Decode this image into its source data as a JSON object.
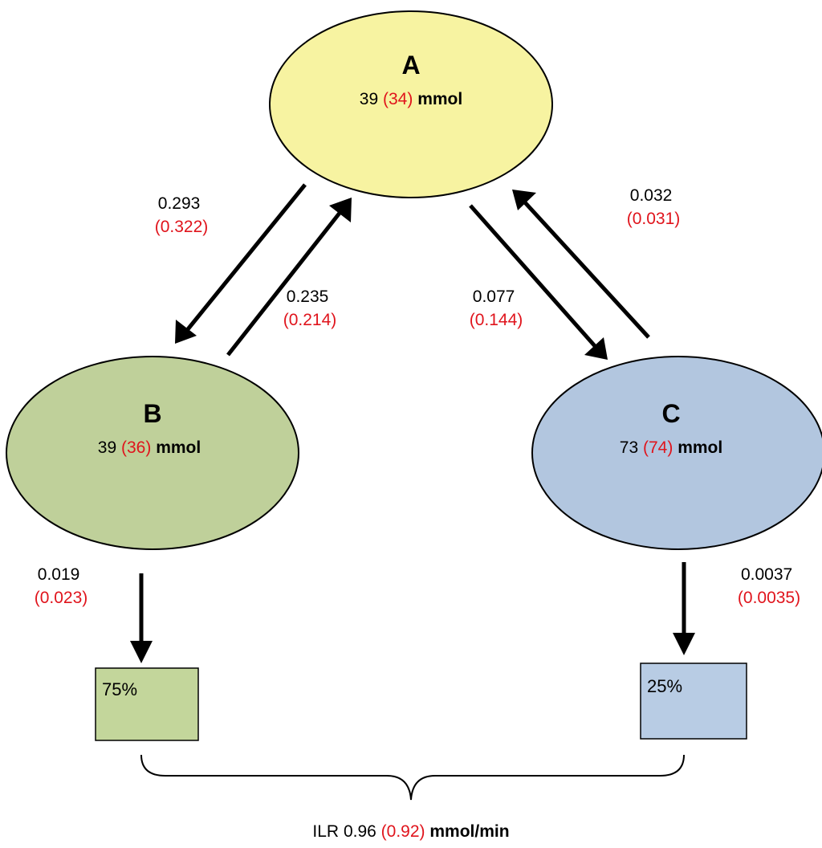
{
  "colors": {
    "accent_red": "#e0141c",
    "text": "#000000",
    "node_a_fill": "#f7f3a1",
    "node_b_fill": "#bfd09a",
    "node_c_fill": "#b2c6df",
    "box_b_fill": "#c3d69b",
    "box_c_fill": "#b8cce4"
  },
  "nodes": {
    "a": {
      "name": "A",
      "value": "39",
      "alt": "(34)",
      "unit": "mmol"
    },
    "b": {
      "name": "B",
      "value": "39",
      "alt": "(36)",
      "unit": "mmol"
    },
    "c": {
      "name": "C",
      "value": "73",
      "alt": "(74)",
      "unit": "mmol"
    }
  },
  "rates": {
    "a_to_b": {
      "value": "0.293",
      "alt": "(0.322)"
    },
    "b_to_a": {
      "value": "0.235",
      "alt": "(0.214)"
    },
    "a_to_c": {
      "value": "0.077",
      "alt": "(0.144)"
    },
    "c_to_a": {
      "value": "0.032",
      "alt": "(0.031)"
    },
    "b_out": {
      "value": "0.019",
      "alt": "(0.023)"
    },
    "c_out": {
      "value": "0.0037",
      "alt": "(0.0035)"
    }
  },
  "outputs": {
    "b": {
      "percent": "75%"
    },
    "c": {
      "percent": "25%"
    }
  },
  "ilr": {
    "label": "ILR",
    "value": "0.96",
    "alt": "(0.92)",
    "unit": "mmol/min"
  }
}
